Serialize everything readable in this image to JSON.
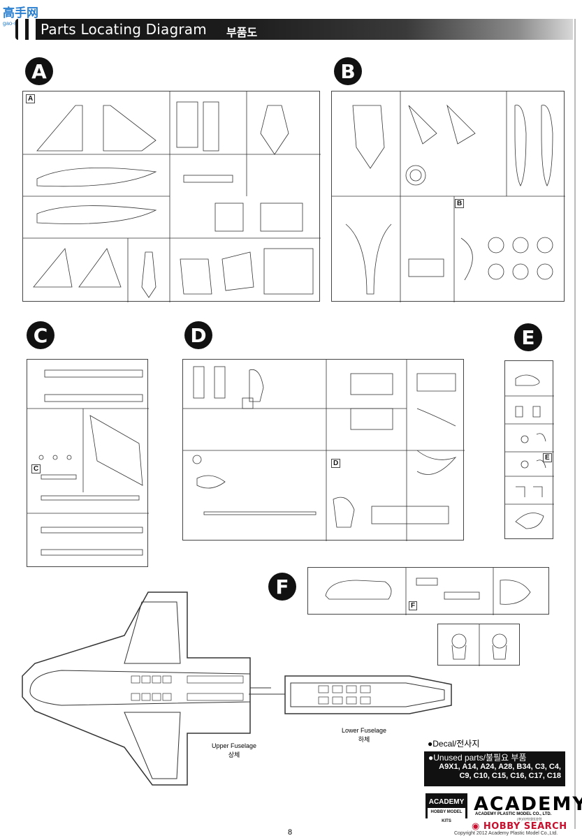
{
  "watermark": {
    "chars": "高手网",
    "domain": "gao-shou.com"
  },
  "header": {
    "title": "Parts Locating Diagram",
    "title_korean": "부품도"
  },
  "sections": [
    {
      "id": "A",
      "sprue_tag": "A"
    },
    {
      "id": "B",
      "sprue_tag": "B"
    },
    {
      "id": "C",
      "sprue_tag": "C"
    },
    {
      "id": "D",
      "sprue_tag": "D"
    },
    {
      "id": "E",
      "sprue_tag": "E"
    },
    {
      "id": "F",
      "sprue_tag": "F"
    }
  ],
  "fuselage": {
    "upper_en": "Upper Fuselage",
    "upper_kr": "상체",
    "lower_en": "Lower Fuselage",
    "lower_kr": "하체"
  },
  "decal": {
    "label": "Decal/전사지"
  },
  "unused_parts": {
    "title": "Unused parts/불필요 부품",
    "line1": "A9X1, A14, A24, A28, B34, C3, C4,",
    "line2": "C9, C10, C15, C16, C17, C18"
  },
  "brand": {
    "badge": "ACADEMY",
    "badge_sub": "HOBBY MODEL KITS",
    "wordmark": "ACADEMY",
    "company": "ACADEMY PLASTIC MODEL CO., LTD.",
    "company_kr": "(주)아카데미과학"
  },
  "footer": {
    "page_number": "8",
    "hobby_search": "HOBBY SEARCH",
    "copyright": "Copyright 2012 Academy Plastic Model Co.,Ltd."
  }
}
